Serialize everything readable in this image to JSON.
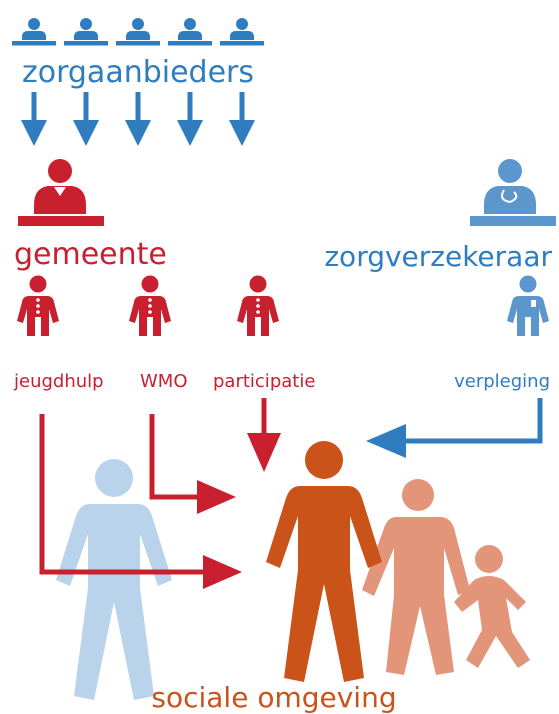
{
  "colors": {
    "blue": "#2f7dbf",
    "lightblue": "#b8d3ea",
    "red": "#c8202f",
    "orange": "#c95318",
    "salmon": "#e3957a"
  },
  "icons": {
    "provider": "provider-at-desk-icon",
    "municipality": "official-at-desk-icon",
    "insurer": "insurer-at-desk-icon",
    "person": "person-icon",
    "arrow": "arrow-icon"
  },
  "labels": {
    "providers": "zorgaanbieders",
    "municipality": "gemeente",
    "insurer": "zorgverzekeraar",
    "youth_care": "jeugdhulp",
    "wmo": "WMO",
    "participation": "participatie",
    "nursing": "verpleging",
    "social_environment": "sociale omgeving"
  }
}
